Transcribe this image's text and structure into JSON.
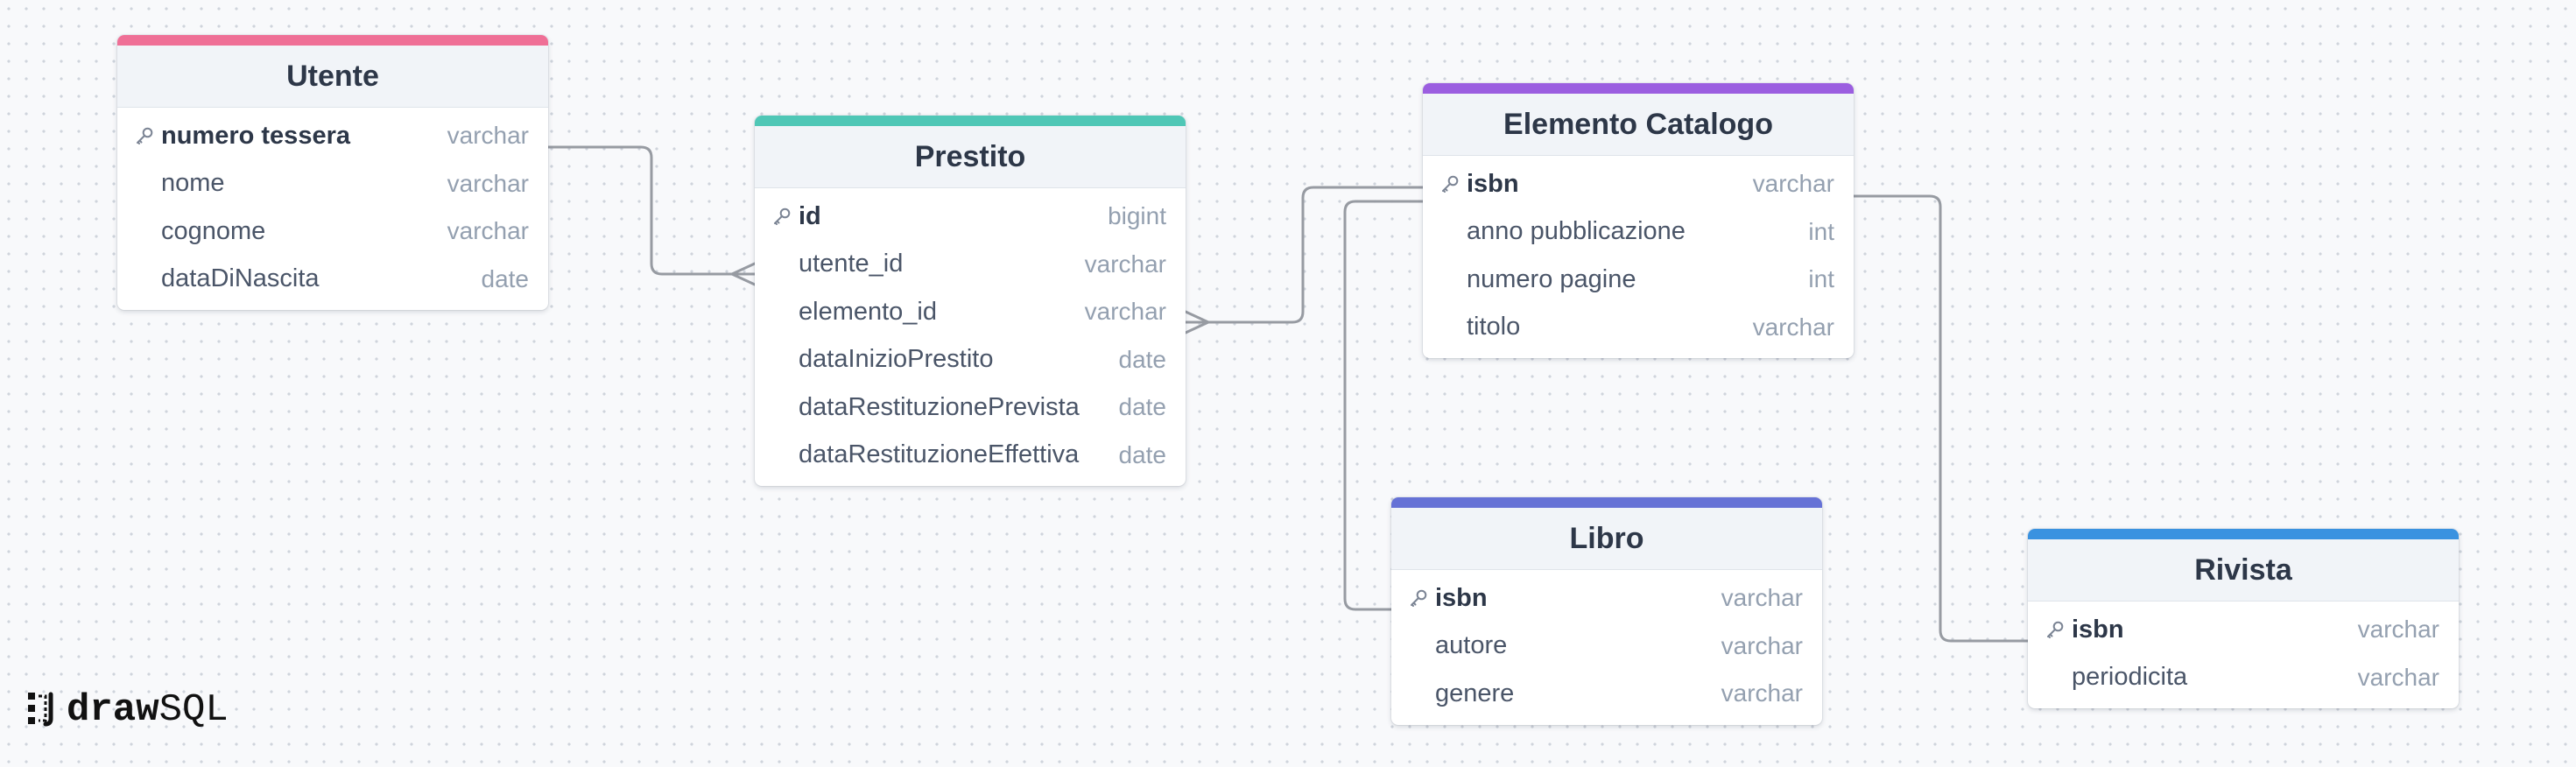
{
  "colors": {
    "utente": "#ef6f96",
    "prestito": "#4fc7b6",
    "elemento_catalogo": "#9b5ee0",
    "libro": "#6672d6",
    "rivista": "#3a92e0",
    "relation_line": "#979ba2"
  },
  "icons": {
    "primary_key": "key-icon",
    "logo": "drawsql-logo-icon"
  },
  "tables": {
    "utente": {
      "name": "Utente",
      "columns": [
        {
          "name": "numero tessera",
          "type": "varchar",
          "pk": true
        },
        {
          "name": "nome",
          "type": "varchar",
          "pk": false
        },
        {
          "name": "cognome",
          "type": "varchar",
          "pk": false
        },
        {
          "name": "dataDiNascita",
          "type": "date",
          "pk": false
        }
      ]
    },
    "prestito": {
      "name": "Prestito",
      "columns": [
        {
          "name": "id",
          "type": "bigint",
          "pk": true
        },
        {
          "name": "utente_id",
          "type": "varchar",
          "pk": false
        },
        {
          "name": "elemento_id",
          "type": "varchar",
          "pk": false
        },
        {
          "name": "dataInizioPrestito",
          "type": "date",
          "pk": false
        },
        {
          "name": "dataRestituzionePrevista",
          "type": "date",
          "pk": false
        },
        {
          "name": "dataRestituzioneEffettiva",
          "type": "date",
          "pk": false
        }
      ]
    },
    "elemento_catalogo": {
      "name": "Elemento Catalogo",
      "columns": [
        {
          "name": "isbn",
          "type": "varchar",
          "pk": true
        },
        {
          "name": "anno pubblicazione",
          "type": "int",
          "pk": false
        },
        {
          "name": "numero pagine",
          "type": "int",
          "pk": false
        },
        {
          "name": "titolo",
          "type": "varchar",
          "pk": false
        }
      ]
    },
    "libro": {
      "name": "Libro",
      "columns": [
        {
          "name": "isbn",
          "type": "varchar",
          "pk": true
        },
        {
          "name": "autore",
          "type": "varchar",
          "pk": false
        },
        {
          "name": "genere",
          "type": "varchar",
          "pk": false
        }
      ]
    },
    "rivista": {
      "name": "Rivista",
      "columns": [
        {
          "name": "isbn",
          "type": "varchar",
          "pk": true
        },
        {
          "name": "periodicita",
          "type": "varchar",
          "pk": false
        }
      ]
    }
  },
  "brand": {
    "part1": "draw",
    "part2": "SQL"
  }
}
